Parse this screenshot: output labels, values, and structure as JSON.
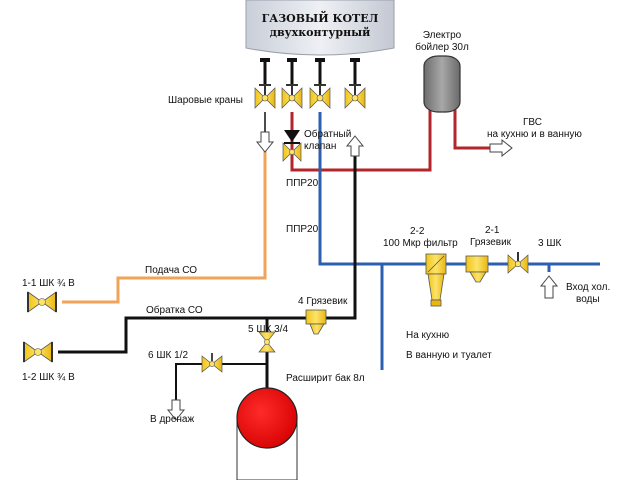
{
  "diagram": {
    "title": "Схема подключения двухконтурного газового котла",
    "boiler": {
      "line1": "ГАЗОВЫЙ КОТЕЛ",
      "line2": "двухконтурный"
    },
    "labels": {
      "ball_valves": "Шаровые краны",
      "check_valve_1": "Обратный",
      "check_valve_2": "клапан",
      "ppr20_a": "ППР20",
      "ppr20_b": "ППР20",
      "electric_heater_1": "Электро",
      "electric_heater_2": "бойлер 30л",
      "dhw_1": "ГВС",
      "dhw_2": "на кухню и в ванную",
      "filter_id": "2-2",
      "filter_name": "100 Мкр фильтр",
      "strainer_id": "2-1",
      "strainer_name": "Грязевик",
      "valve3": "3 ШК",
      "cold_water_1": "Вход хол.",
      "cold_water_2": "воды",
      "supply_co": "Подача СО",
      "return_co": "Обратка СО",
      "valve_1_1": "1-1 ШК ¾ В",
      "valve_1_2": "1-2 ШК ¾ В",
      "strainer4": "4 Грязевик",
      "valve5": "5 ШК 3/4",
      "valve6": "6 ШК 1/2",
      "drain": "В дренаж",
      "expansion_tank": "Расширит бак 8л",
      "to_kitchen": "На кухню",
      "to_bathroom": "В ванную и туалет"
    },
    "colors": {
      "boiler_body": "#dfe3ea",
      "valve_yellow": "#f5d21a",
      "pipe_black": "#111111",
      "pipe_red": "#b3252a",
      "pipe_blue": "#2d5fb0",
      "pipe_orange": "#f0a35a",
      "tank_red": "#ee1111",
      "heater_gray": "#8a8a8a"
    }
  }
}
